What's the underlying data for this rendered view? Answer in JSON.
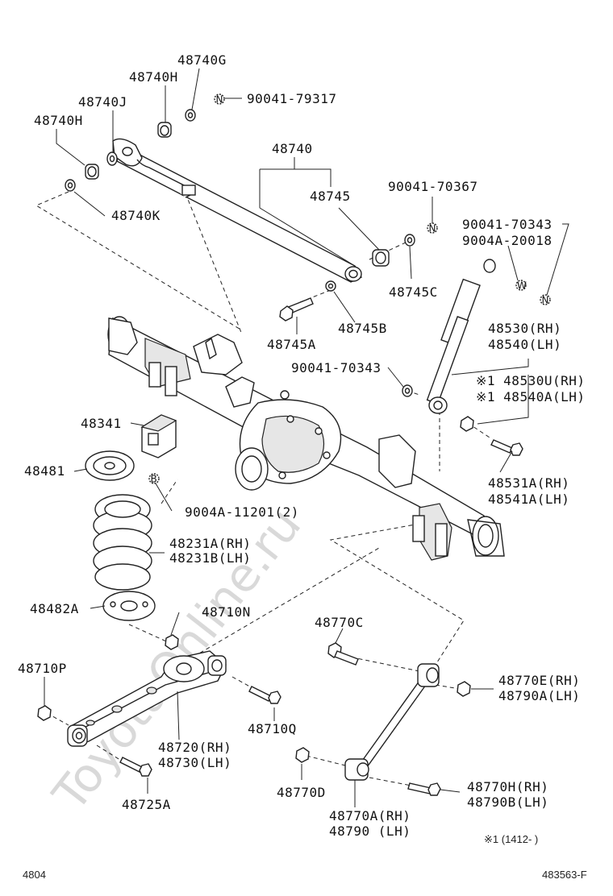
{
  "watermark": "ToyotaOnline.ru",
  "labels": {
    "p48740G": "48740G",
    "p48740H_top": "48740H",
    "p48740J": "48740J",
    "p48740H_left": "48740H",
    "p90041_79317": "90041-79317",
    "p48740": "48740",
    "p48745": "48745",
    "p90041_70367": "90041-70367",
    "p48740K": "48740K",
    "p90041_70343_a": "90041-70343",
    "p9004A_20018": "9004A-20018",
    "p48745C": "48745C",
    "p48745B": "48745B",
    "p48745A": "48745A",
    "p48530RH": "48530(RH)",
    "p48540LH": "48540(LH)",
    "p90041_70343_b": "90041-70343",
    "p48530U": "※1 48530U(RH)",
    "p48540A": "※1 48540A(LH)",
    "p48341": "48341",
    "p48481": "48481",
    "p9004A_11201": "9004A-11201(2)",
    "p48531A": "48531A(RH)",
    "p48541A": "48541A(LH)",
    "p48231A": "48231A(RH)",
    "p48231B": "48231B(LH)",
    "p48482A": "48482A",
    "p48710N": "48710N",
    "p48770C": "48770C",
    "p48710P": "48710P",
    "p48770E": "48770E(RH)",
    "p48790A": "48790A(LH)",
    "p48720": "48720(RH)",
    "p48730": "48730(LH)",
    "p48710Q": "48710Q",
    "p48770D": "48770D",
    "p48770H": "48770H(RH)",
    "p48790B": "48790B(LH)",
    "p48725A": "48725A",
    "p48770A": "48770A(RH)",
    "p48790": "48790  (LH)"
  },
  "markers": {
    "n": "N",
    "w": "W",
    "b": "B"
  },
  "note": "※1 (1412-     )",
  "footer": {
    "left": "4804",
    "right": "483563-F"
  }
}
